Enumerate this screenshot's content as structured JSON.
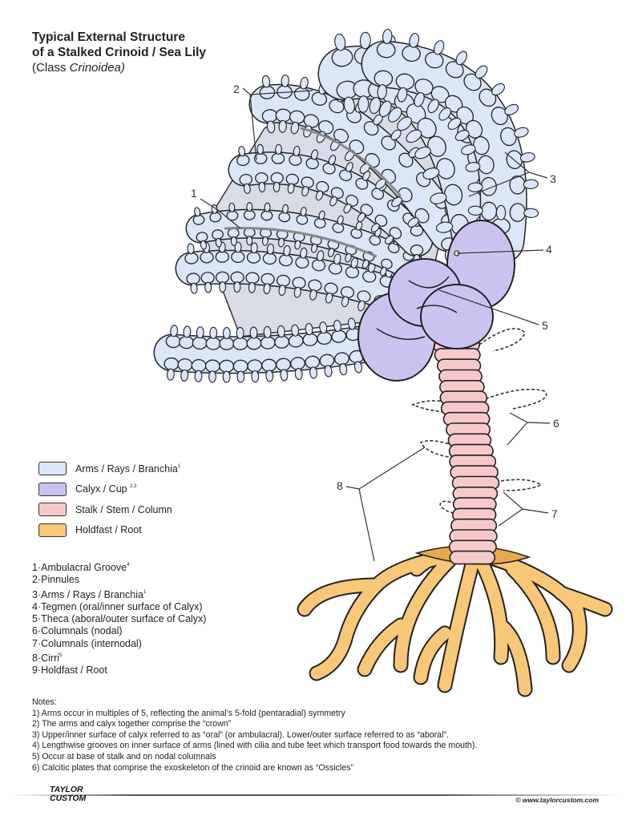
{
  "title": {
    "line1": "Typical External Structure",
    "line2": "of a Stalked Crinoid / Sea Lily",
    "line3_prefix": "(Class ",
    "line3_italic": "Crinoidea)"
  },
  "legend": [
    {
      "label": "Arms / Rays / Branchia",
      "sup": "1",
      "color": "#dbe6f8"
    },
    {
      "label": "Calyx / Cup",
      "sup": "2,3",
      "color": "#cbc3ef"
    },
    {
      "label": "Stalk / Stem / Column",
      "sup": "",
      "color": "#f8c9cb"
    },
    {
      "label": "Holdfast / Root",
      "sup": "",
      "color": "#f8c777"
    }
  ],
  "parts": [
    {
      "text": "1·Ambulacral Groove",
      "sup": "4"
    },
    {
      "text": "2·Pinnules",
      "sup": ""
    },
    {
      "text": "3·Arms / Rays / Branchia",
      "sup": "1"
    },
    {
      "text": "4·Tegmen (oral/inner surface of Calyx)",
      "sup": ""
    },
    {
      "text": "5·Theca (aboral/outer surface of Calyx)",
      "sup": ""
    },
    {
      "text": "6·Columnals (nodal)",
      "sup": ""
    },
    {
      "text": "7·Columnals (internodal)",
      "sup": ""
    },
    {
      "text": "8·Cirri",
      "sup": "5"
    },
    {
      "text": "9·Holdfast / Root",
      "sup": ""
    }
  ],
  "diagram_labels": {
    "l1": "1",
    "l2": "2",
    "l3": "3",
    "l4": "4",
    "l5": "5",
    "l6": "6",
    "l7": "7",
    "l8": "8"
  },
  "notes": {
    "heading": "Notes:",
    "items": [
      "1) Arms occur in multiples of 5, reflecting the animal’s 5-fold (pentaradial) symmetry",
      "2) The arms and calyx together comprise the “crown”",
      "3) Upper/inner surface of calyx referred to as “oral” (or ambulacral). Lower/outer surface referred to as “aboral”.",
      "4) Lengthwise grooves on inner surface of arms (lined with cilia and tube feet which transport food towards the mouth).",
      "5) Occur at base of stalk and on nodal columnals",
      "6) Calcitic plates that comprise the exoskeleton of the crinoid are known as “Ossicles”"
    ]
  },
  "footer": {
    "logo_line1": "TAYLOR",
    "logo_line2": "CUSTOM",
    "copyright": "© www.taylorcustom.com"
  }
}
